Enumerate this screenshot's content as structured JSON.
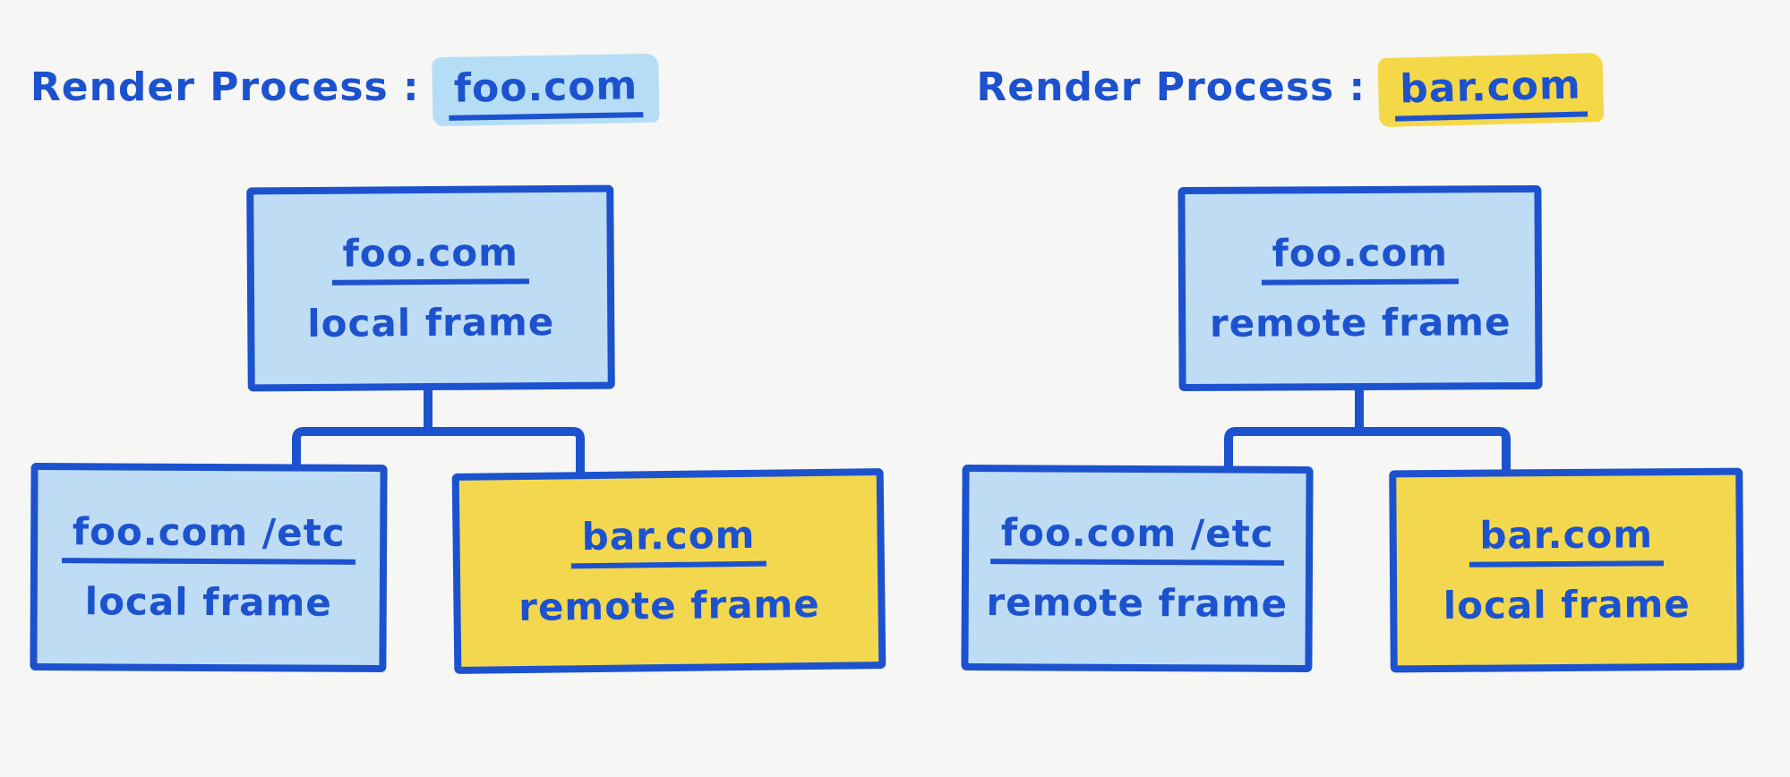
{
  "diagram": {
    "colors": {
      "background": "#f6f6f4",
      "ink": "#1d52cf",
      "fill_blue": "#bedcf4",
      "fill_yellow": "#f3d84f",
      "highlight_blue": "#b5ddf6",
      "highlight_yellow": "#f5d847"
    }
  },
  "left_panel": {
    "title_prefix": "Render Process :",
    "title_domain": "foo.com",
    "root": {
      "domain": "foo.com",
      "frame_type": "local frame"
    },
    "child_left": {
      "domain": "foo.com /etc",
      "frame_type": "local frame"
    },
    "child_right": {
      "domain": "bar.com",
      "frame_type": "remote frame"
    }
  },
  "right_panel": {
    "title_prefix": "Render Process :",
    "title_domain": "bar.com",
    "root": {
      "domain": "foo.com",
      "frame_type": "remote frame"
    },
    "child_left": {
      "domain": "foo.com /etc",
      "frame_type": "remote frame"
    },
    "child_right": {
      "domain": "bar.com",
      "frame_type": "local frame"
    }
  }
}
